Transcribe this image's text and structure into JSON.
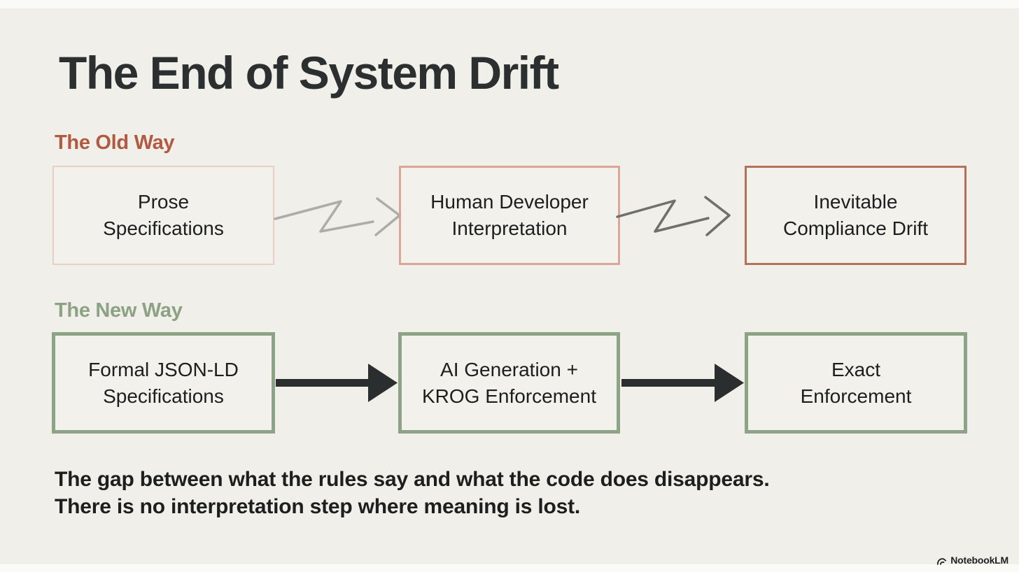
{
  "slide": {
    "title": "The End of System Drift",
    "footer": "The gap between what the rules say and what the code does disappears.\nThere is no interpretation step where meaning is lost.",
    "watermark": "NotebookLM"
  },
  "colors": {
    "background": "#f0efe9",
    "title_text": "#2c2f30",
    "old_way_accent": "#b25a41",
    "new_way_accent": "#8ba283",
    "new_way_box_border": "#8ca385",
    "box_text": "#1d1f1e"
  },
  "old_way": {
    "heading": "The Old Way",
    "boxes": [
      {
        "label": "Prose\nSpecifications",
        "border_color": "#e8cfc4"
      },
      {
        "label": "Human Developer\nInterpretation",
        "border_color": "#dba697"
      },
      {
        "label": "Inevitable\nCompliance Drift",
        "border_color": "#b4705a"
      }
    ],
    "arrow_style": "zigzag",
    "arrow_colors": [
      "#acaca9",
      "#6f6f6c"
    ]
  },
  "new_way": {
    "heading": "The New Way",
    "boxes": [
      {
        "label": "Formal JSON-LD\nSpecifications"
      },
      {
        "label": "AI Generation +\nKROG Enforcement"
      },
      {
        "label": "Exact\nEnforcement"
      }
    ],
    "arrow_style": "solid",
    "arrow_color": "#2b2e2f"
  }
}
